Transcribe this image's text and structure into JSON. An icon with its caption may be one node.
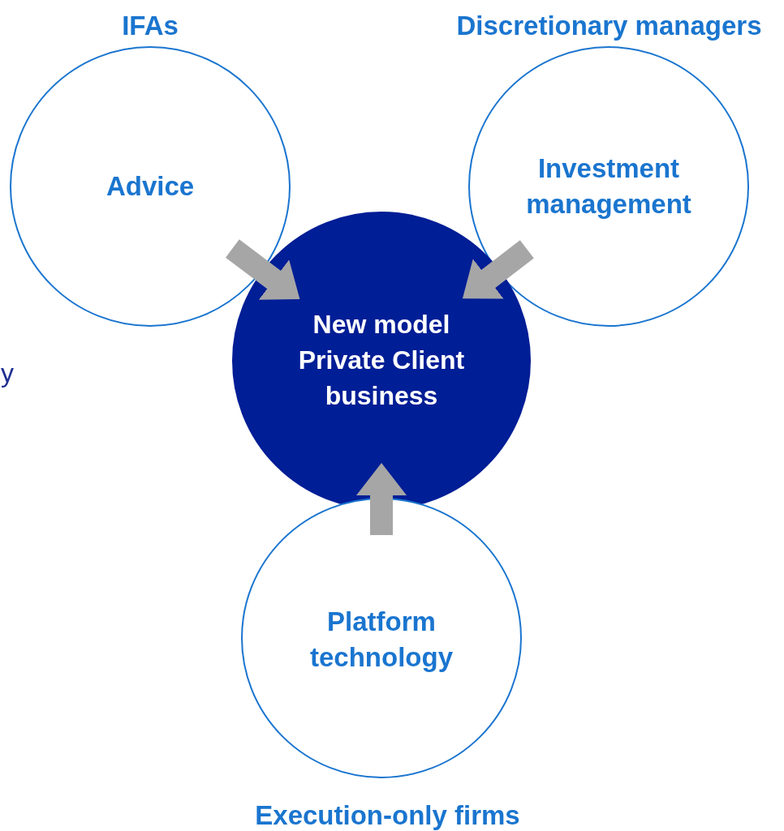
{
  "diagram": {
    "nodes": [
      {
        "text": [
          "IFAs",
          "Advice"
        ]
      },
      {
        "text": [
          "Discretionary managers",
          "Investment management"
        ]
      },
      {
        "text": [
          "New model Private Client business"
        ]
      },
      {
        "text": [
          "Platform technology",
          "Execution-only firms"
        ]
      }
    ],
    "edges": [
      {
        "from": 0,
        "to": 2,
        "arrow": "to"
      },
      {
        "from": 1,
        "to": 2,
        "arrow": "to"
      },
      {
        "from": 3,
        "to": 2,
        "arrow": "to"
      }
    ],
    "labels": [
      "y"
    ]
  }
}
